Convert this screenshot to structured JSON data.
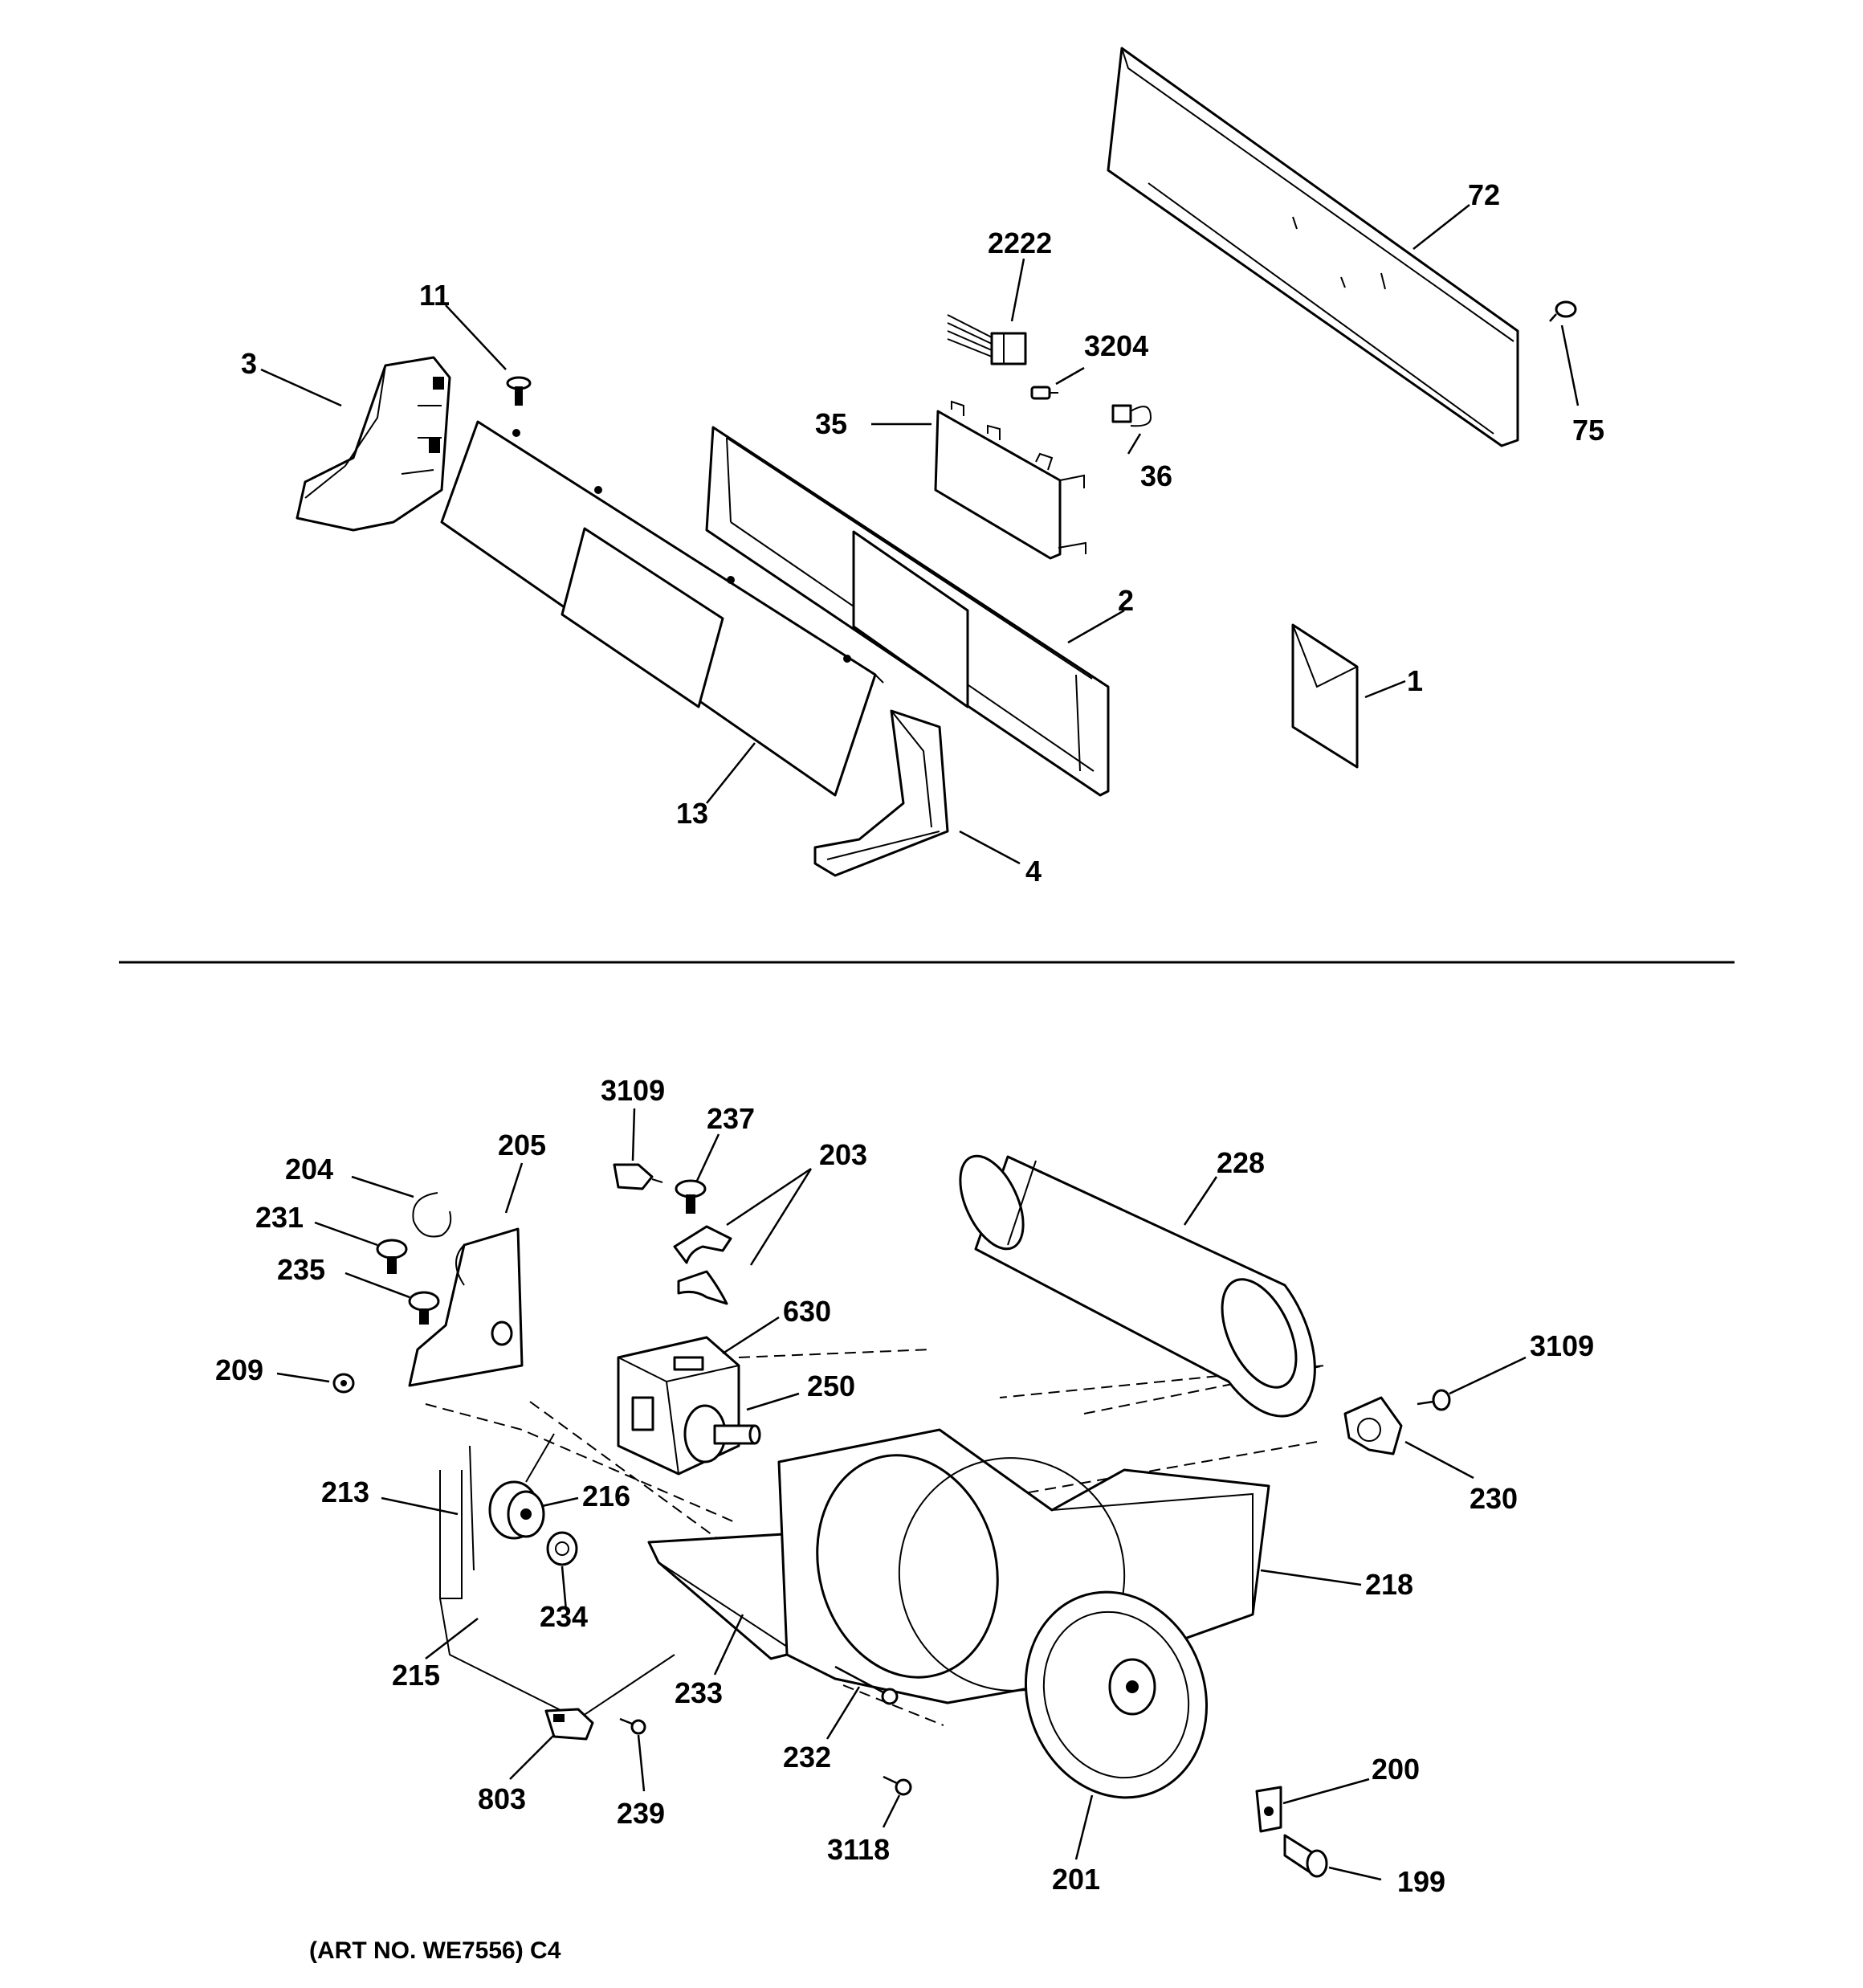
{
  "labels": {
    "p72": "72",
    "p2222": "2222",
    "p11": "11",
    "p3": "3",
    "p3204": "3204",
    "p75": "75",
    "p35": "35",
    "p36": "36",
    "p2": "2",
    "p1": "1",
    "p13": "13",
    "p4": "4",
    "p3109a": "3109",
    "p237": "237",
    "p203": "203",
    "p205": "205",
    "p204": "204",
    "p228": "228",
    "p231": "231",
    "p235": "235",
    "p630": "630",
    "p3109b": "3109",
    "p209": "209",
    "p250": "250",
    "p230": "230",
    "p213": "213",
    "p216": "216",
    "p218": "218",
    "p234": "234",
    "p215": "215",
    "p233": "233",
    "p232": "232",
    "p200": "200",
    "p803": "803",
    "p239": "239",
    "p3118": "3118",
    "p201": "201",
    "p199": "199"
  },
  "caption": "(ART NO. WE7556) C4"
}
